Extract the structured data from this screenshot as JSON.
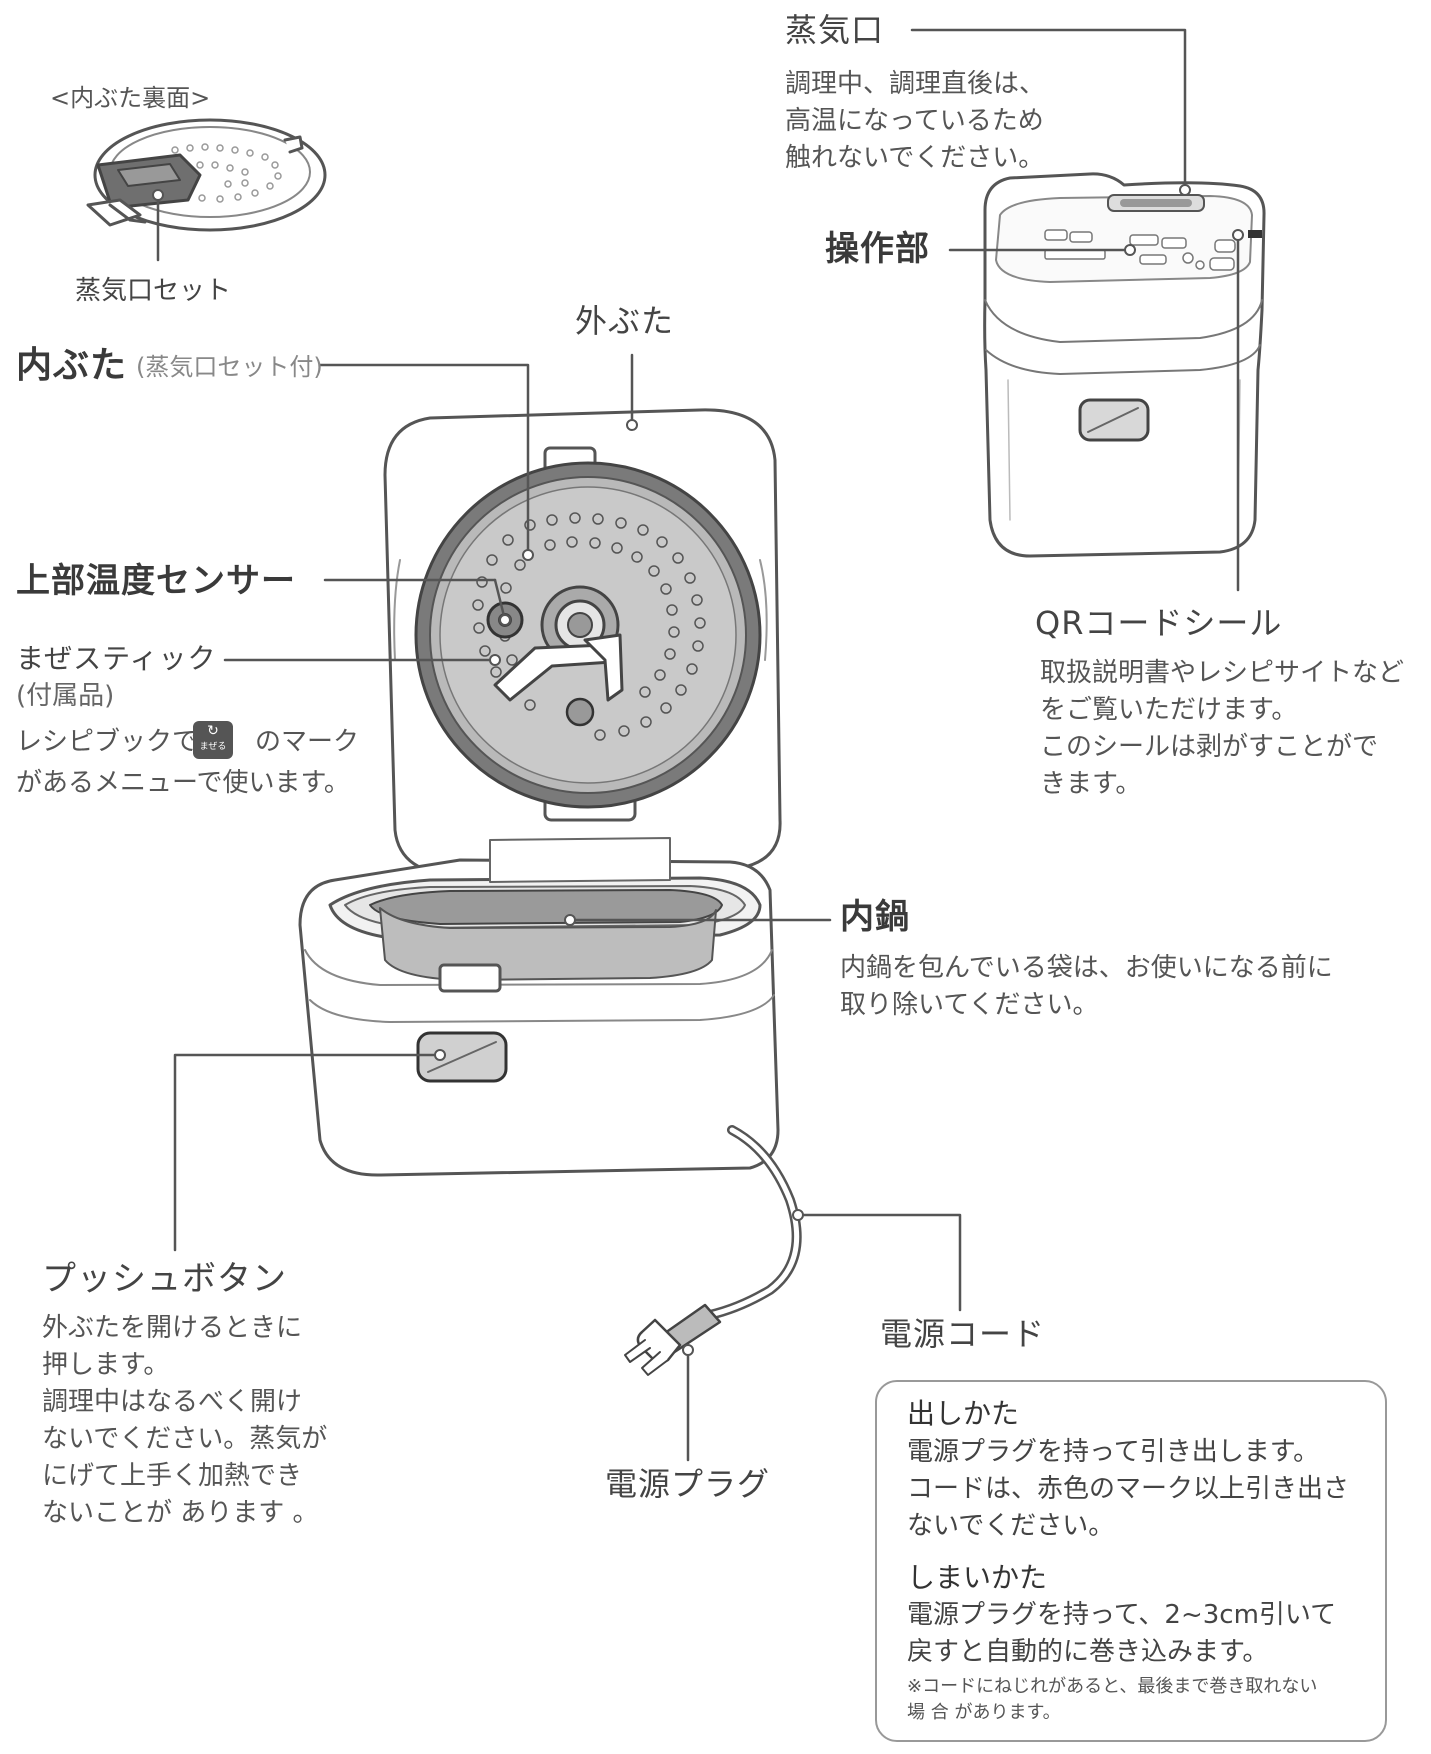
{
  "labels": {
    "inner_lid_back": "<内ぶた裏面>",
    "steam_vent_set": "蒸気口セット",
    "inner_lid": "内ぶた",
    "inner_lid_sub": "(蒸気口セット付)",
    "outer_lid": "外ぶた",
    "steam_vent": "蒸気口",
    "steam_vent_desc": "調理中、調理直後は、\n高温になっているため\n触れないでください。",
    "control_panel": "操作部",
    "top_temp_sensor": "上部温度センサー",
    "mixing_stick": "まぜスティック",
    "mixing_stick_sub": "(付属品)",
    "mixing_stick_desc_a": "レシピブックで",
    "mixing_stick_desc_b": "のマーク",
    "mixing_stick_desc_c": "があるメニューで使います。",
    "mixing_icon_label": "まぜる",
    "qr_sticker": "QRコードシール",
    "qr_sticker_desc": "取扱説明書やレシピサイトなど\nをご覧いただけます。\nこのシールは剥がすことがで\nきます。",
    "inner_pot": "内鍋",
    "inner_pot_desc": "内鍋を包んでいる袋は、お使いになる前に\n取り除いてください。",
    "push_button": "プッシュボタン",
    "push_button_desc": "外ぶたを開けるときに\n押します。\n調理中はなるべく開け\nないでください。蒸気が\nにげて上手く加熱でき\nないことが あります 。",
    "power_cord": "電源コード",
    "power_plug": "電源プラグ"
  },
  "cord_box": {
    "pull_out_title": "出しかた",
    "pull_out_desc": "電源プラグを持って引き出します。\nコードは、赤色のマーク以上引き出さ\nないでください。",
    "store_title": "しまいかた",
    "store_desc": "電源プラグを持って、2~3cm引いて\n戻すと自動的に巻き込みます。",
    "store_note": "※コードにねじれがあると、最後まで巻き取れない\n場 合 があります。"
  }
}
